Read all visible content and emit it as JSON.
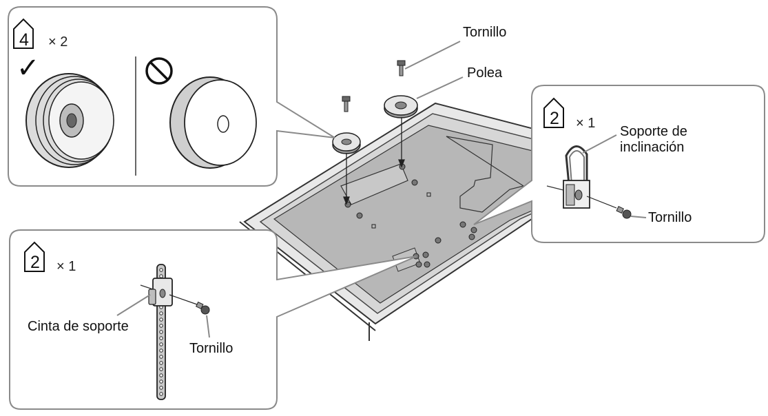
{
  "panels": {
    "pulley": {
      "badge_number": "4",
      "quantity": "× 2",
      "correct_mark": "✓",
      "correct_icon": "check-icon",
      "wrong_icon": "prohibited-icon"
    },
    "tilt": {
      "badge_number": "2",
      "quantity": "× 1",
      "label_support": "Soporte de\ninclinación",
      "label_screw": "Tornillo"
    },
    "strap": {
      "badge_number": "2",
      "quantity": "× 1",
      "label_strap": "Cinta de soporte",
      "label_screw": "Tornillo"
    }
  },
  "main": {
    "label_screw": "Tornillo",
    "label_pulley": "Polea"
  },
  "colors": {
    "line": "#333333",
    "panel_border": "#888888",
    "tv_back": "#b4b4b4",
    "tv_frame": "#e6e6e6",
    "pulley_face": "#f2f2f2"
  }
}
